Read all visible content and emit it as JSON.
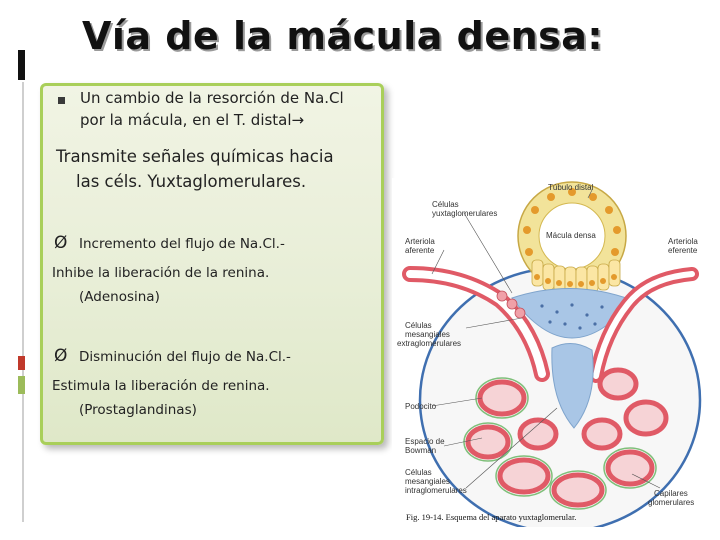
{
  "slide": {
    "title": "Vía de la mácula densa:",
    "bullet1": {
      "line1": "Un cambio de la resorción de Na.Cl",
      "line2": "por la mácula, en el T. distal",
      "arrow": "→"
    },
    "para1": {
      "line1": "Transmite señales químicas hacia",
      "line2": "las céls. Yuxtaglomerulares."
    },
    "bullet2": {
      "marker": "Ø",
      "text": "Incremento del flujo de Na.Cl.-"
    },
    "para2": {
      "line1": "Inhibe la liberación de la renina.",
      "line2": "(Adenosina)"
    },
    "bullet3": {
      "marker": "Ø",
      "text": "Disminución del flujo de Na.Cl.-"
    },
    "para3": {
      "line1": "Estimula la liberación de renina.",
      "line2": "(Prostaglandinas)"
    }
  },
  "figure": {
    "labels": {
      "tubulo_distal": "Túbulo distal",
      "celulas_yuxta_1": "Células",
      "celulas_yuxta_2": "yuxtaglomerulares",
      "macula_densa": "Mácula densa",
      "arteriola_aferente_1": "Arteriola",
      "arteriola_aferente_2": "aferente",
      "arteriola_eferente_1": "Arteriola",
      "arteriola_eferente_2": "eferente",
      "mesang_extra_1": "Células",
      "mesang_extra_2": "mesangiales",
      "mesang_extra_3": "extraglomerulares",
      "podocito": "Podocito",
      "espacio_bowman_1": "Espacio de",
      "espacio_bowman_2": "Bowman",
      "mesang_intra_1": "Células",
      "mesang_intra_2": "mesangiales",
      "mesang_intra_3": "intraglomerulares",
      "capilares_1": "Capilares",
      "capilares_2": "glomerulares"
    },
    "caption": "Fig. 19-14. Esquema del aparato yuxtaglomerular.",
    "colors": {
      "tubule": "#f2e39a",
      "nuclei": "#e49a2c",
      "vessel_wall": "#e05a66",
      "mesangium": "#a9c6e6",
      "bowman_space": "#cfe3ef"
    }
  }
}
